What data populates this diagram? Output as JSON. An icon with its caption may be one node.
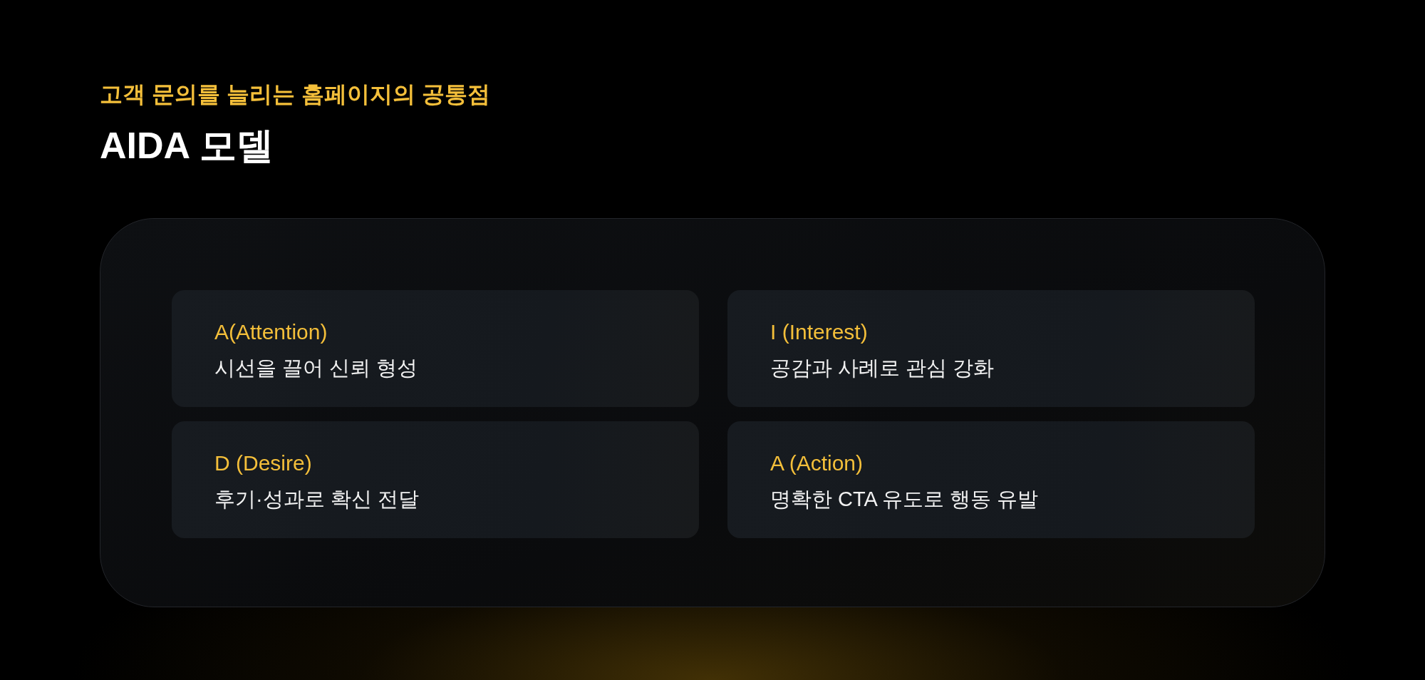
{
  "diagram": {
    "title": "AIDA 모델",
    "labels": [
      "고객 문의를 늘리는 홈페이지의 공통점"
    ],
    "nodes": [
      {
        "text": [],
        "shape": "box"
      },
      {
        "text": [
          "A(Attention)",
          "시선을 끌어 신뢰 형성"
        ],
        "in": 0
      },
      {
        "text": [
          "I (Interest)",
          "공감과 사례로 관심 강화"
        ],
        "in": 0
      },
      {
        "text": [
          "D (Desire)",
          "후기·성과로 확신 전달"
        ],
        "in": 0
      },
      {
        "text": [
          "A (Action)",
          "명확한 CTA 유도로 행동 유발"
        ],
        "in": 0
      }
    ]
  }
}
